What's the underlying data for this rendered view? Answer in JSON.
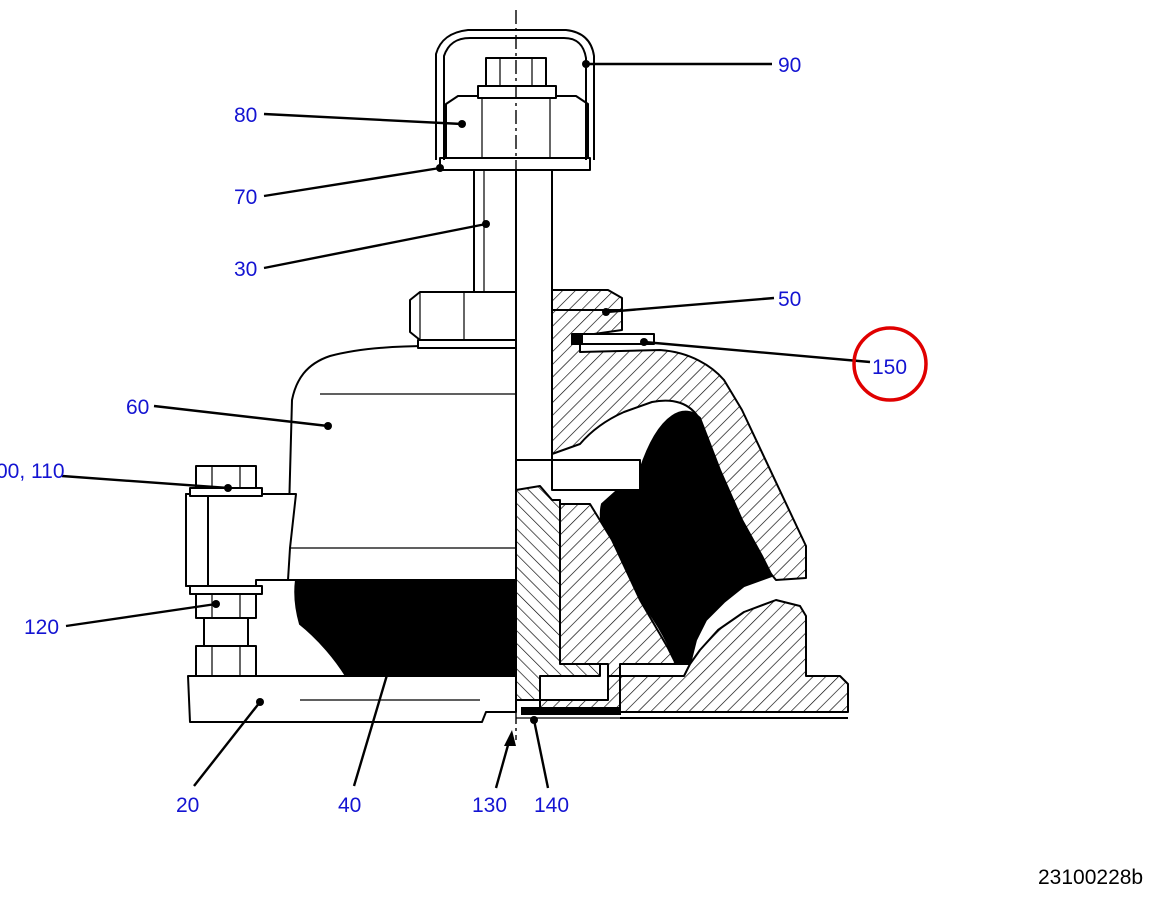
{
  "callouts": {
    "c20": "20",
    "c30": "30",
    "c40": "40",
    "c50": "50",
    "c60": "60",
    "c70": "70",
    "c80": "80",
    "c90": "90",
    "c100_110": "00, 110",
    "c120": "120",
    "c130": "130",
    "c140": "140",
    "c150": "150"
  },
  "document_number": "23100228b",
  "colors": {
    "callout_text": "#1414d2",
    "highlight_ring": "#e00000"
  }
}
